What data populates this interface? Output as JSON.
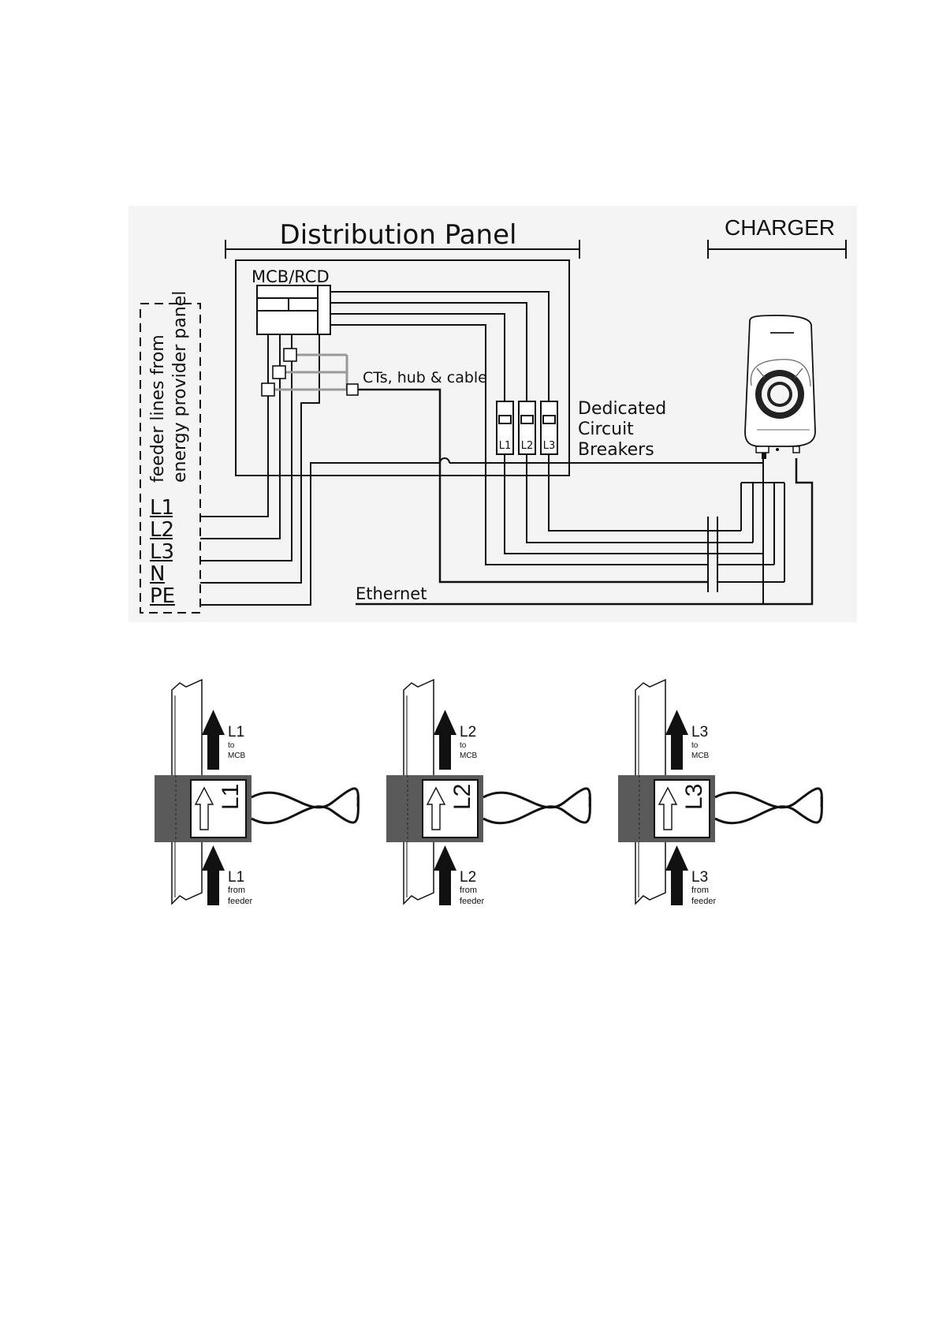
{
  "wiring": {
    "panel_title": "Distribution Panel",
    "charger_title": "CHARGER",
    "mcb_label": "MCB/RCD",
    "cts_label": "CTs, hub & cable",
    "dcb_lines": [
      "Dedicated",
      "Circuit",
      "Breakers"
    ],
    "breaker_labels": [
      "L1",
      "L2",
      "L3"
    ],
    "feeder_lines": [
      "feeder lines from",
      "energy provider panel"
    ],
    "conductors": [
      "L1",
      "L2",
      "L3",
      "N",
      "PE"
    ],
    "ethernet_label": "Ethernet"
  },
  "ct_details": [
    {
      "phase": "L1",
      "top_line": "L1",
      "top_sub1": "to",
      "top_sub2": "MCB",
      "bottom_line": "L1",
      "bottom_sub1": "from",
      "bottom_sub2": "feeder"
    },
    {
      "phase": "L2",
      "top_line": "L2",
      "top_sub1": "to",
      "top_sub2": "MCB",
      "bottom_line": "L2",
      "bottom_sub1": "from",
      "bottom_sub2": "feeder"
    },
    {
      "phase": "L3",
      "top_line": "L3",
      "top_sub1": "to",
      "top_sub2": "MCB",
      "bottom_line": "L3",
      "bottom_sub1": "from",
      "bottom_sub2": "feeder"
    }
  ],
  "colors": {
    "line": "#111111",
    "ct_wire": "#9a9a9a",
    "ct_body": "#5a5a5a",
    "diagram_bg": "#f4f4f4"
  }
}
